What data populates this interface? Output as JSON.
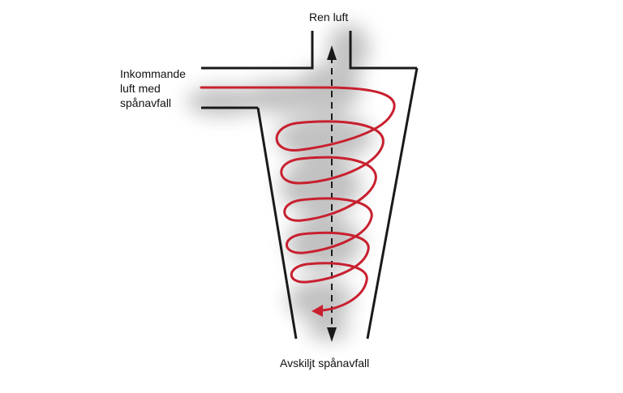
{
  "labels": {
    "clean_air": "Ren luft",
    "inlet_line1": "Inkommande",
    "inlet_line2": "luft med",
    "inlet_line3": "spånavfall",
    "separated": "Avskiljt spånavfall"
  },
  "colors": {
    "outline": "#1a1a1a",
    "spiral": "#c8202f",
    "axis": "#1a1a1a",
    "dust": "#8f8f8f",
    "text": "#111111"
  },
  "icons": {
    "up_arrow": "arrow-up-icon",
    "down_arrow": "arrow-down-icon",
    "spiral_arrow": "arrow-left-icon"
  }
}
